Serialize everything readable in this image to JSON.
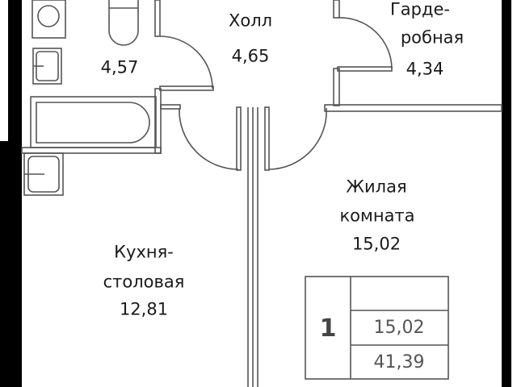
{
  "rooms": {
    "bathroom": {
      "area": "4,57"
    },
    "hall": {
      "name": "Холл",
      "area": "4,65"
    },
    "wardrobe": {
      "name_line1": "Гарде-",
      "name_line2": "робная",
      "area": "4,34"
    },
    "living": {
      "name_line1": "Жилая",
      "name_line2": "комната",
      "area": "15,02"
    },
    "kitchen": {
      "name_line1": "Кухня-",
      "name_line2": "столовая",
      "area": "12,81"
    }
  },
  "summary_table": {
    "rooms_count": "1",
    "living_area": "15,02",
    "total_area": "41,39"
  },
  "colors": {
    "wall": "#000000",
    "line": "#555555",
    "background": "#ffffff"
  }
}
